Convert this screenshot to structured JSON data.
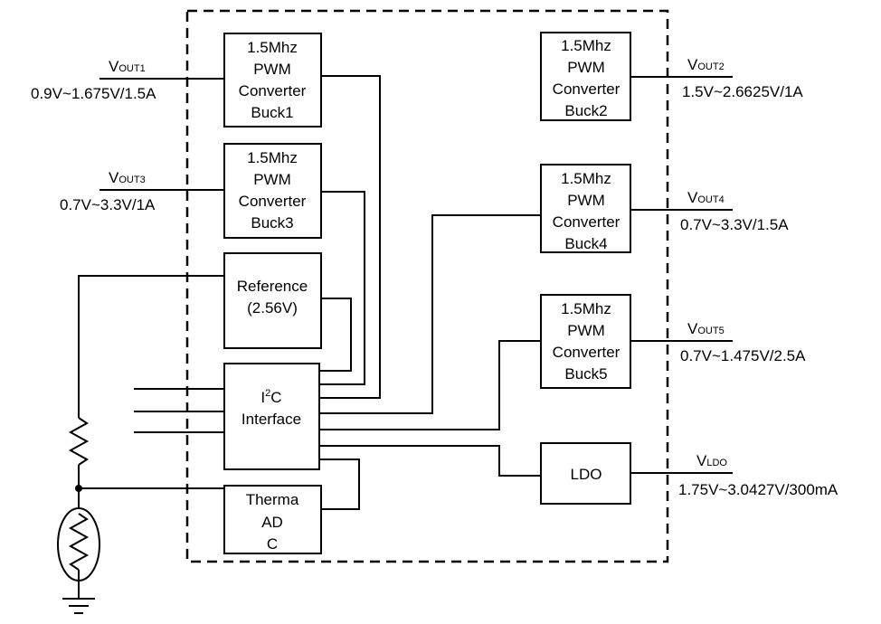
{
  "blocks": {
    "buck1": [
      "1.5Mhz",
      "PWM",
      "Converter",
      "Buck1"
    ],
    "buck3": [
      "1.5Mhz",
      "PWM",
      "Converter",
      "Buck3"
    ],
    "buck2": [
      "1.5Mhz",
      "PWM",
      "Converter",
      "Buck2"
    ],
    "buck4": [
      "1.5Mhz",
      "PWM",
      "Converter",
      "Buck4"
    ],
    "buck5": [
      "1.5Mhz",
      "PWM",
      "Converter",
      "Buck5"
    ],
    "reference": [
      "Reference",
      "(2.56V)"
    ],
    "i2c": {
      "prefix": "I",
      "sup": "2",
      "suffix": "C",
      "line2": "Interface"
    },
    "thermal": [
      "Therma",
      "AD",
      "C"
    ],
    "ldo": "LDO"
  },
  "outputs": {
    "vout1": {
      "main": "V",
      "sub": "OUT1",
      "spec": "0.9V~1.675V/1.5A"
    },
    "vout3": {
      "main": "V",
      "sub": "OUT3",
      "spec": "0.7V~3.3V/1A"
    },
    "vout2": {
      "main": "V",
      "sub": "OUT2",
      "spec": "1.5V~2.6625V/1A"
    },
    "vout4": {
      "main": "V",
      "sub": "OUT4",
      "spec": "0.7V~3.3V/1.5A"
    },
    "vout5": {
      "main": "V",
      "sub": "OUT5",
      "spec": "0.7V~1.475V/2.5A"
    },
    "vldo": {
      "main": "V",
      "sub": "LDO",
      "spec": "1.75V~3.0427V/300mA"
    }
  }
}
